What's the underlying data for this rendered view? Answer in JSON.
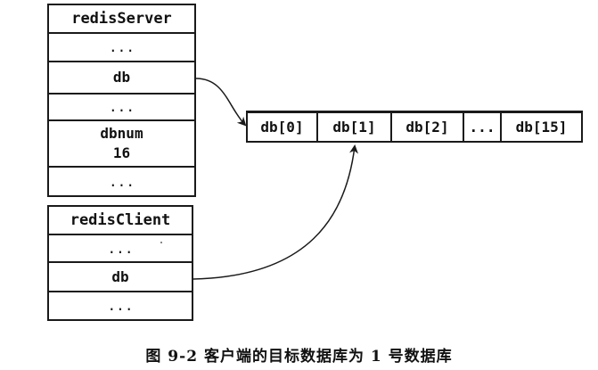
{
  "redis_server": {
    "title": "redisServer",
    "row1": "...",
    "db_label": "db",
    "row3": "...",
    "dbnum_label": "dbnum",
    "dbnum_value": "16",
    "row5": "..."
  },
  "redis_client": {
    "title": "redisClient",
    "row1": "...",
    "db_label": "db",
    "row3": "..."
  },
  "db_array": {
    "slots": [
      "db[0]",
      "db[1]",
      "db[2]",
      "...",
      "db[15]"
    ]
  },
  "caption": "图 9-2   客户端的目标数据库为 1 号数据库"
}
